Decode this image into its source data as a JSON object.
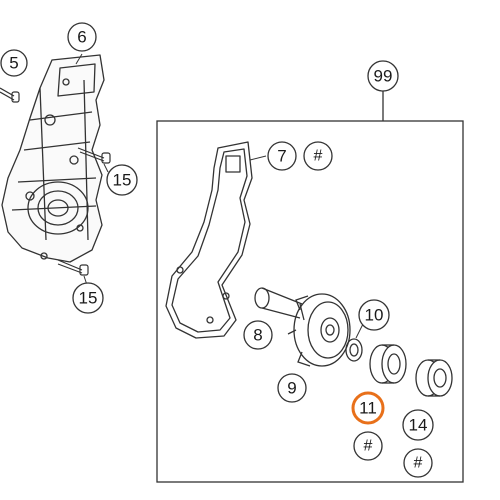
{
  "diagram": {
    "callouts": {
      "c5": "5",
      "c6": "6",
      "c99": "99",
      "c7": "7",
      "c7_hash": "#",
      "c15_upper": "15",
      "c15_lower": "15",
      "c10": "10",
      "c8": "8",
      "c9": "9",
      "c11": "11",
      "c14": "14",
      "c11_hash": "#",
      "c14_hash": "#"
    },
    "colors": {
      "line": "#333333",
      "highlight": "#e8701a",
      "background": "#ffffff"
    }
  }
}
